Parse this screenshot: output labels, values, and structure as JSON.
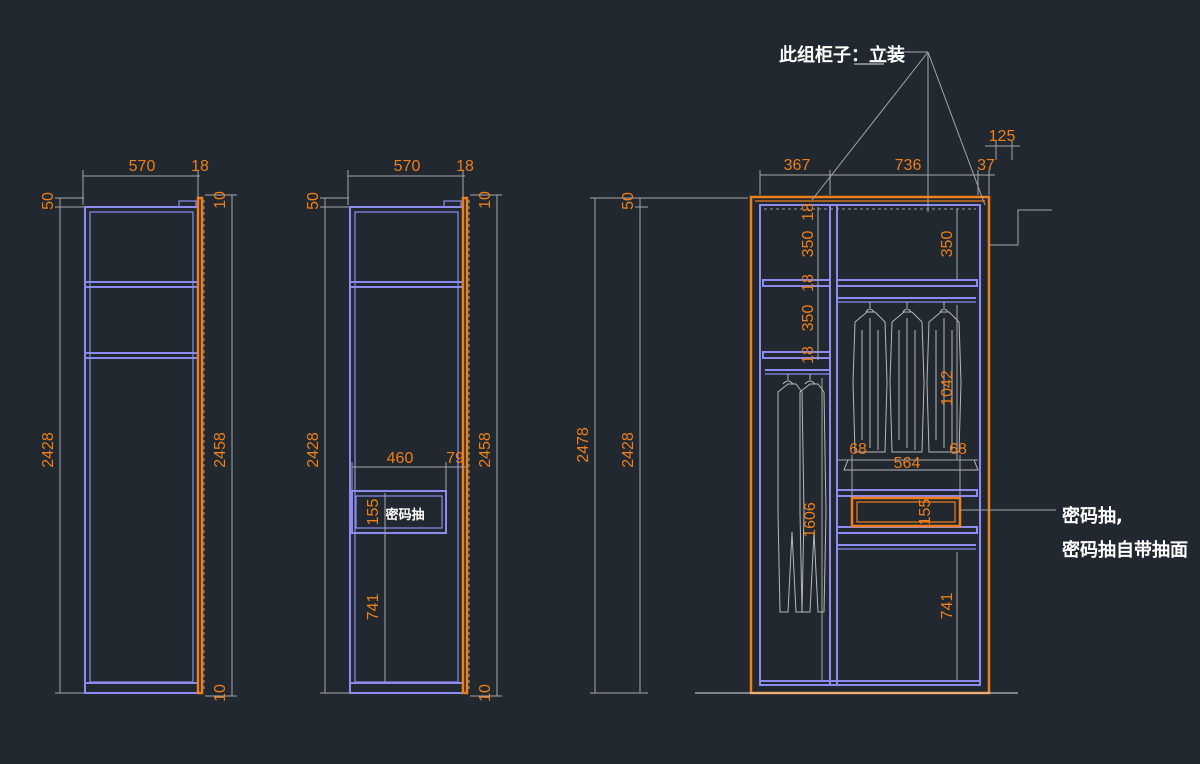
{
  "left_cabinet": {
    "dims": {
      "width": "570",
      "side": "18",
      "top": "50",
      "height": "2428",
      "right_height": "2458",
      "right_top": "10",
      "right_bottom": "10"
    }
  },
  "middle_cabinet": {
    "dims": {
      "width": "570",
      "side": "18",
      "top": "50",
      "height": "2428",
      "right_height": "2458",
      "right_top": "10",
      "right_bottom": "10",
      "drawer_width": "460",
      "drawer_gap": "79",
      "drawer_height": "155",
      "below_drawer": "741"
    },
    "drawer_label": "密码抽"
  },
  "cabinet_3": {
    "dims": {
      "top": "50",
      "height_outer": "2478",
      "height_inner": "2428"
    }
  },
  "right_cabinet": {
    "dims": {
      "left_width": "367",
      "right_width": "736",
      "side": "37",
      "top_offset": "125",
      "left_top_panel": "18",
      "left_space_1": "350",
      "left_shelf_1": "18",
      "left_space_2": "350",
      "left_shelf_2": "18",
      "right_space_1": "350",
      "hang_height_right": "1042",
      "hang_height_left": "1606",
      "drawer_margin_left": "68",
      "drawer_margin_right": "68",
      "drawer_width": "564",
      "drawer_height": "155",
      "below_drawer": "741"
    },
    "note_install_prefix": "此组柜子：",
    "note_install_value": "立装",
    "note_drawer_line1": "密码抽,",
    "note_drawer_line2": "密码抽自带抽面"
  },
  "colors": {
    "background": "#212830",
    "panel": "#8b8bf0",
    "dimension": "#ef7f1a",
    "frame": "#ef7f1a",
    "leader": "#a6a6a6"
  }
}
